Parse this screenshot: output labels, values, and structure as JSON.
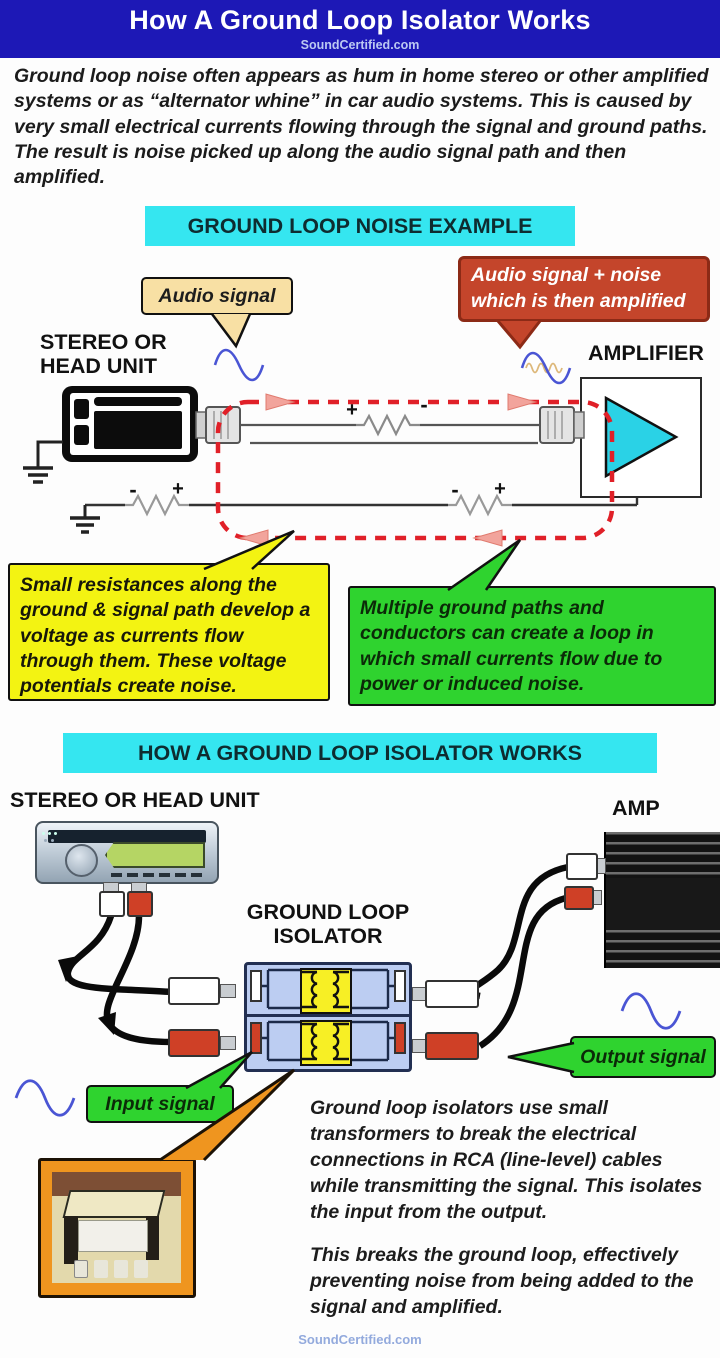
{
  "header": {
    "title": "How A Ground Loop Isolator Works",
    "site": "SoundCertified.com"
  },
  "intro": "Ground loop noise often appears as hum in home stereo or other amplified systems or as “alternator whine” in car audio systems. This is caused by very small electrical currents flowing through the signal and ground paths. The result is noise picked up along the audio signal path and then amplified.",
  "example": {
    "banner": "GROUND LOOP NOISE EXAMPLE",
    "audio_signal_callout": "Audio signal",
    "noise_callout": "Audio signal + noise which is then amplified",
    "source_label": "STEREO OR HEAD UNIT",
    "amp_label": "AMPLIFIER",
    "yellow_note": "Small resistances along the ground & signal path develop a voltage as currents flow through them. These voltage potentials create noise.",
    "green_note": "Multiple ground paths and conductors can create a loop in which small currents flow due to power or induced noise."
  },
  "isolator": {
    "banner": "HOW A GROUND LOOP ISOLATOR WORKS",
    "source_label": "STEREO OR HEAD UNIT",
    "amp_label": "AMP",
    "isolator_label": "GROUND LOOP ISOLATOR",
    "input_callout": "Input signal",
    "output_callout": "Output signal",
    "body_text": "Ground loop isolators use small transformers to break the electrical connections in RCA (line-level) cables while transmitting the signal. This isolates the input from the output.",
    "emphasis_text": "This breaks the ground loop, effectively preventing noise from being added to the signal and amplified."
  },
  "symbols": {
    "plus": "+",
    "minus": "-"
  },
  "footer": {
    "site": "SoundCertified.com"
  },
  "icons": {
    "sine_wave_icon": "sine wave",
    "noisy_sine_icon": "sine wave with noise",
    "ground_icon": "earth ground",
    "resistor_icon": "resistor",
    "rca_connector_icon": "RCA connector",
    "transformer_icon": "transformer winding",
    "current_arrow_icon": "loop current arrow"
  },
  "colors": {
    "header_bg": "#1d18b6",
    "banner_bg": "#35e6f0",
    "yellow_note": "#f3f312",
    "green_note": "#2fd32f",
    "red_callout": "#c4452b",
    "tan_callout": "#f8e0a4",
    "isolator_box": "#bccdf2",
    "transformer": "#f7ef25",
    "loop_red": "#e02028",
    "orange_photo": "#ef951f",
    "rca_red": "#cf4026",
    "amp_triangle": "#2ad2e6"
  }
}
